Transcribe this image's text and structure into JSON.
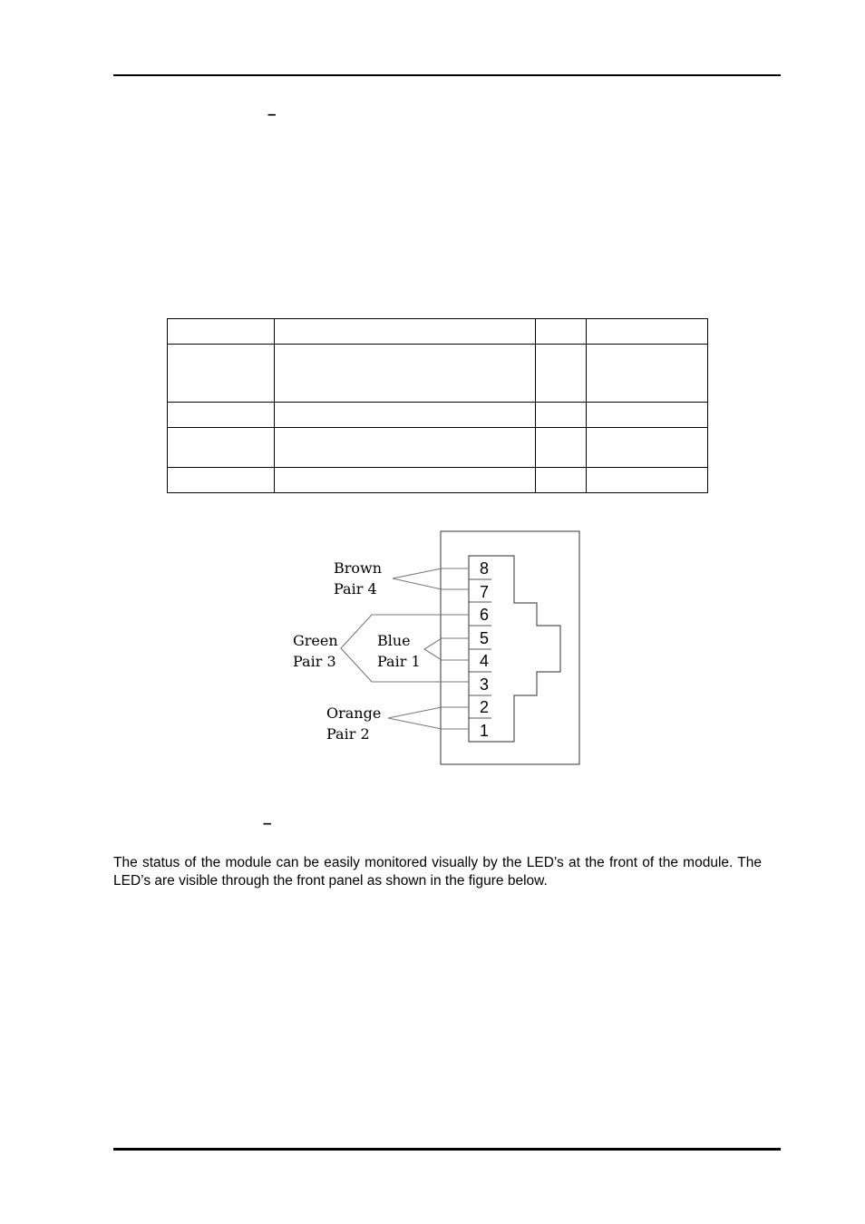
{
  "figure": {
    "pins": [
      "8",
      "7",
      "6",
      "5",
      "4",
      "3",
      "2",
      "1"
    ],
    "labels": {
      "brown": "Brown",
      "brown_pair": "Pair 4",
      "green": "Green",
      "green_pair": "Pair 3",
      "blue": "Blue",
      "blue_pair": "Pair 1",
      "orange": "Orange",
      "orange_pair": "Pair 2"
    }
  },
  "section": {
    "dash_top": "–",
    "dash_bottom": "–",
    "paragraph": "The status of the module can be easily monitored visually by the LED’s at the front of the module. The LED’s are visible through the front panel as shown in the figure below."
  }
}
